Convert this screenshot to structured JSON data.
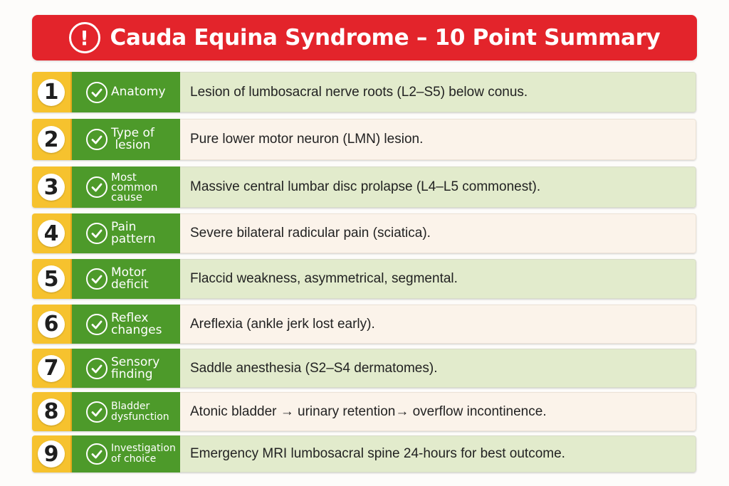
{
  "header": {
    "icon": "exclamation-circle-icon",
    "title": "Cauda Equina Syndrome – 10 Point Summary",
    "bg_color": "#e3242b"
  },
  "colors": {
    "number_bg": "#f6c22e",
    "category_bg": "#4d9a2a",
    "row_green": "#e2ebcc",
    "row_cream": "#fbf3ea"
  },
  "rows": [
    {
      "number": "1",
      "category": "Anatomy",
      "description": "Lesion of lumbosacral nerve roots (L2–S5) below conus."
    },
    {
      "number": "2",
      "category": "Type of\nlesion",
      "description": "Pure lower motor neuron (LMN) lesion."
    },
    {
      "number": "3",
      "category": "Most\ncommon\ncause",
      "description": "Massive central lumbar disc prolapse (L4–L5 commonest)."
    },
    {
      "number": "4",
      "category": "Pain\npattern",
      "description": "Severe bilateral radicular pain (sciatica)."
    },
    {
      "number": "5",
      "category": "Motor\ndeficit",
      "description": "Flaccid weakness, asymmetrical, segmental."
    },
    {
      "number": "6",
      "category": "Reflex\nchanges",
      "description": "Areflexia (ankle jerk lost early)."
    },
    {
      "number": "7",
      "category": "Sensory\nfinding",
      "description": "Saddle anesthesia (S2–S4  dermatomes)."
    },
    {
      "number": "8",
      "category": "Bladder\ndysfunction",
      "description": "Atonic bladder → urinary retention→ overflow incontinence."
    },
    {
      "number": "9",
      "category": "Investigation\nof choice",
      "description": "Emergency MRI lumbosacral spine  24-hours for best outcome."
    }
  ]
}
